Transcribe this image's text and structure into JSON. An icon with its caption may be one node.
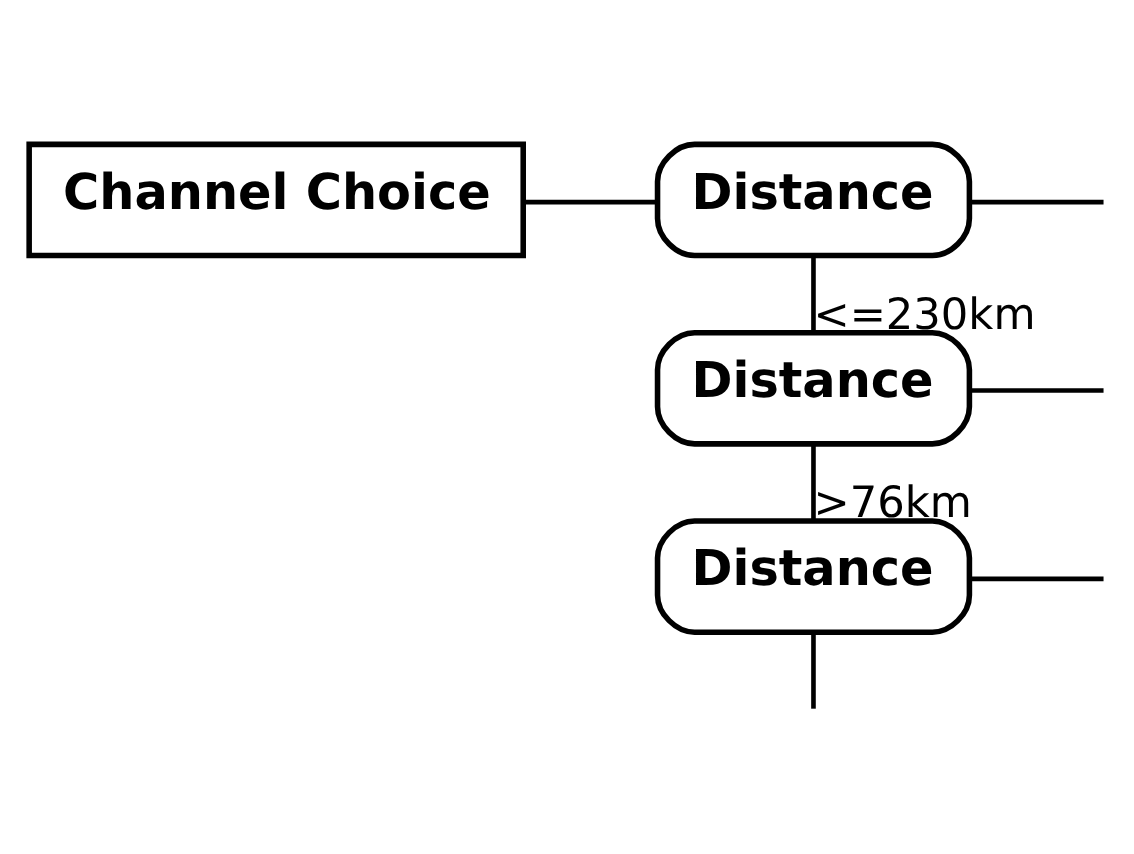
{
  "diagram": {
    "nodes": [
      {
        "text": [
          "Channel Choice"
        ]
      },
      {
        "text": [
          "Distance"
        ]
      },
      {
        "text": [
          "Distance"
        ]
      },
      {
        "text": [
          "Distance"
        ]
      }
    ],
    "edges": [
      {
        "from": 0,
        "to": 1,
        "arrow": "none"
      },
      {
        "from": 1,
        "to": 2,
        "arrow": "none",
        "label": "<=230km"
      },
      {
        "from": 2,
        "to": 3,
        "arrow": "none",
        "label": ">76km"
      },
      {
        "from": 1,
        "to": null,
        "arrow": "none"
      },
      {
        "from": 2,
        "to": null,
        "arrow": "none"
      },
      {
        "from": 3,
        "to": null,
        "arrow": "none"
      },
      {
        "from": 3,
        "to": null,
        "arrow": "none"
      }
    ]
  }
}
